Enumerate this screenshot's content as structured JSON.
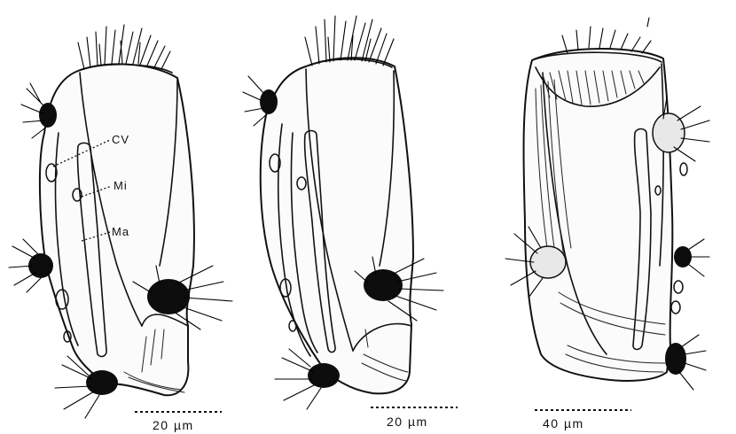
{
  "labels": {
    "contractile_vacuole": "CV",
    "micronucleus": "Mi",
    "macronucleus": "Ma"
  },
  "scale_bars": [
    {
      "text": "20 µm"
    },
    {
      "text": "20 µm"
    },
    {
      "text": "40 µm"
    }
  ],
  "colors": {
    "ink": "#111111",
    "paper": "#ffffff"
  }
}
